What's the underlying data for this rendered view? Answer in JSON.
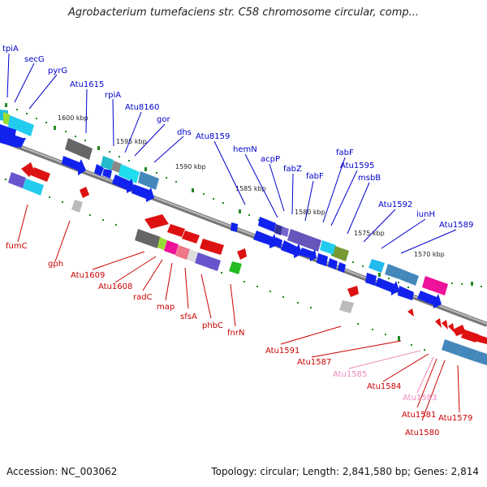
{
  "title": "Agrobacterium tumefaciens str. C58 chromosome circular, comp...",
  "footer": {
    "accession": "Accession: NC_003062",
    "topology": "Topology: circular; Length: 2,841,580 bp; Genes: 2,814"
  },
  "colors": {
    "forward_label": "#0000cc",
    "reverse_label": "#cc0000",
    "pseudo_label": "#ee88bb",
    "backbone": "#888888",
    "tick": "#228822"
  },
  "kbp_marks": [
    "1600 kbp",
    "1595 kbp",
    "1590 kbp",
    "1585 kbp",
    "1580 kbp",
    "1575 kbp",
    "1570 kbp"
  ],
  "top_labels": [
    "tpiA",
    "secG",
    "pyrG",
    "Atu1615",
    "rpiA",
    "Atu8160",
    "gor",
    "dhs",
    "Atu8159",
    "hemN",
    "acpP",
    "fabZ",
    "fabF",
    "fabF",
    "Atu1595",
    "msbB",
    "Atu1592",
    "iunH",
    "Atu1589"
  ],
  "bottom_labels": [
    "fumC",
    "gph",
    "Atu1609",
    "Atu1608",
    "radC",
    "map",
    "sfsA",
    "phbC",
    "fnrN",
    "Atu1591",
    "Atu1587",
    "Atu1585",
    "Atu1584",
    "Atu1583",
    "Atu1581",
    "Atu1580",
    "Atu1579"
  ]
}
